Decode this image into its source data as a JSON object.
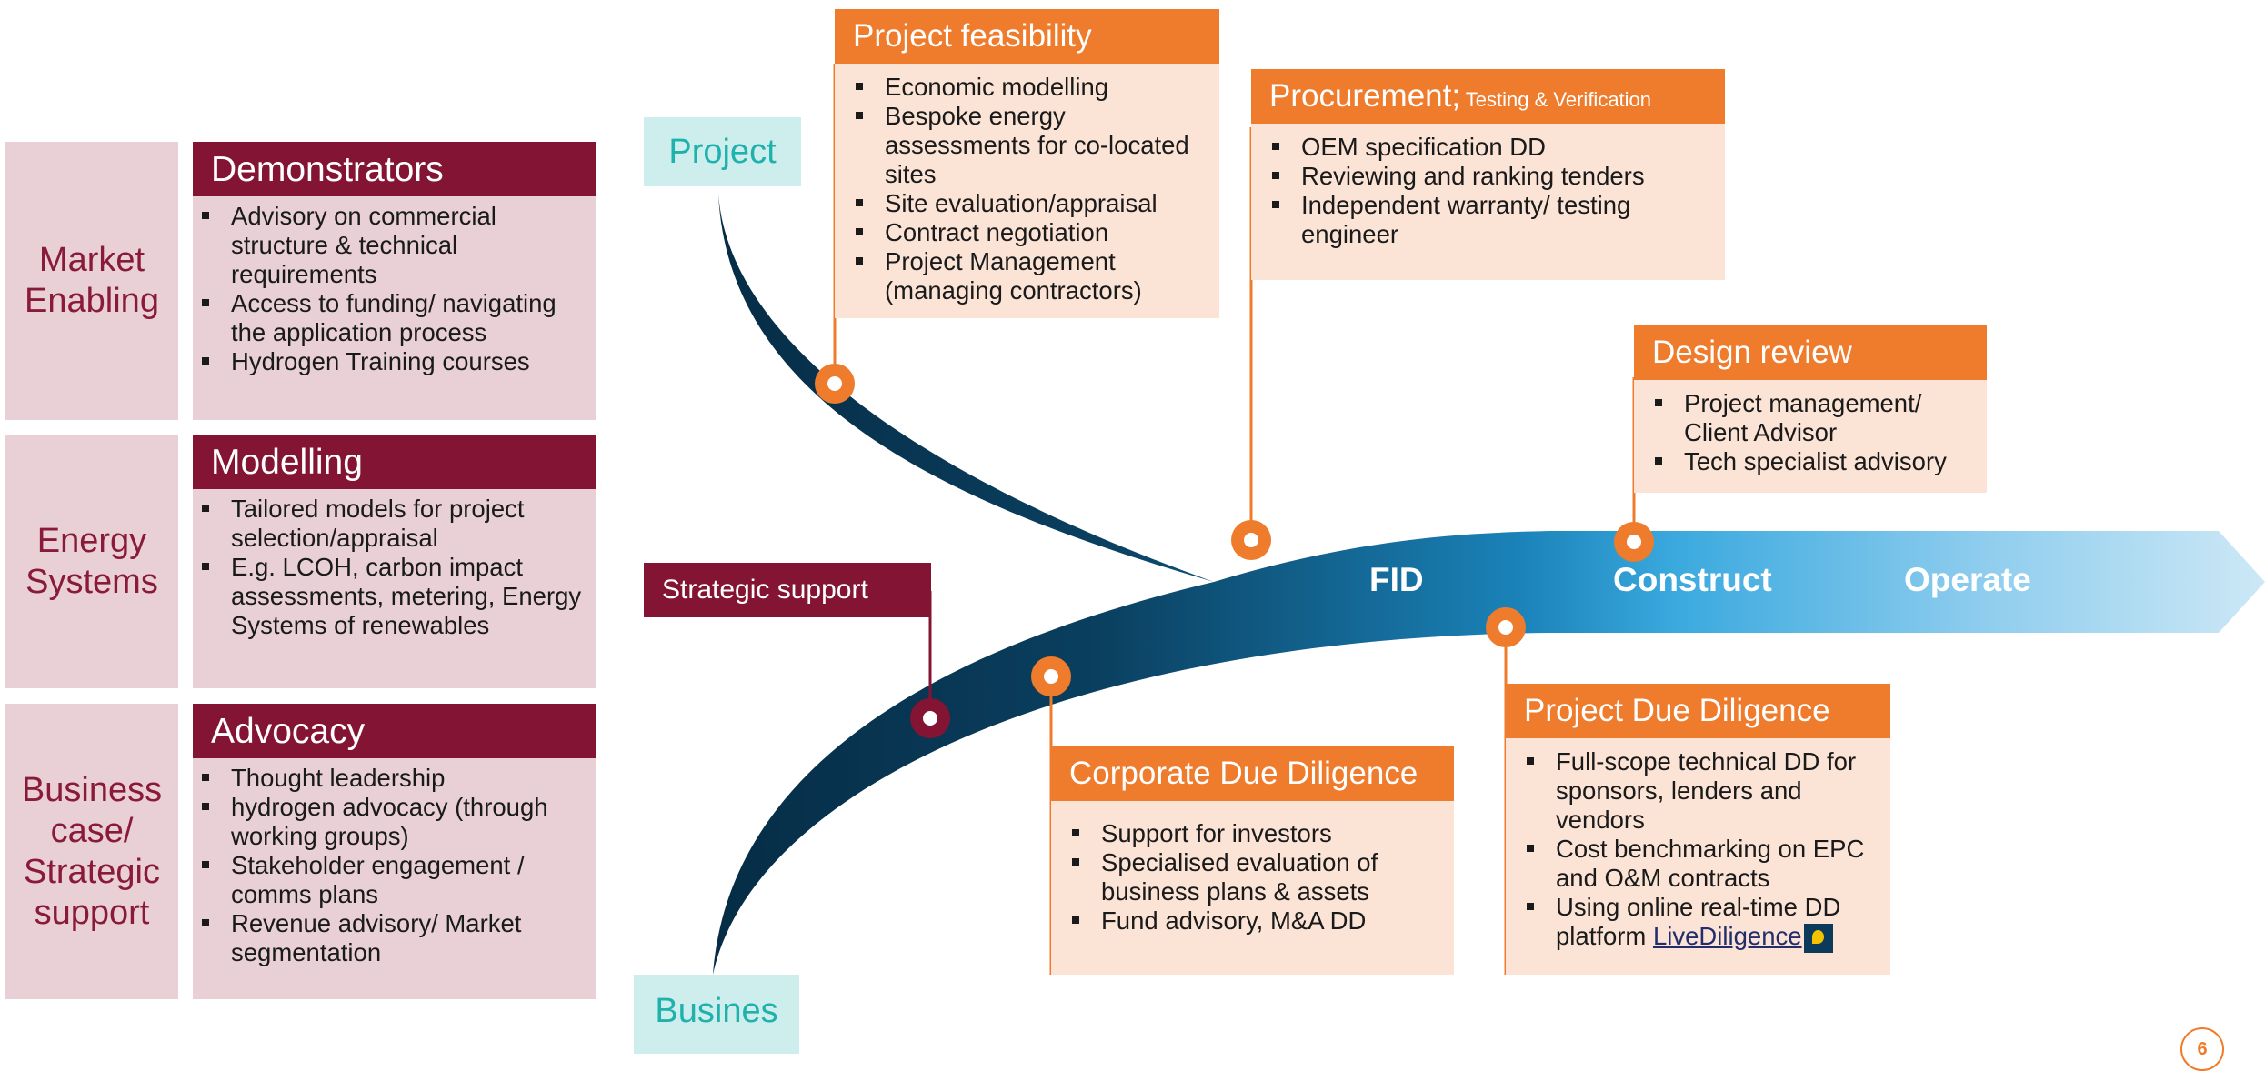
{
  "categories": [
    {
      "label": "Market\nEnabling"
    },
    {
      "label": "Energy\nSystems"
    },
    {
      "label": "Business\ncase/\nStrategic\nsupport"
    }
  ],
  "panels": [
    {
      "title": "Demonstrators",
      "items": [
        "Advisory on commercial structure & technical requirements",
        "Access to funding/ navigating the application process",
        "Hydrogen Training courses"
      ]
    },
    {
      "title": "Modelling",
      "items": [
        "Tailored models for project selection/appraisal",
        "E.g. LCOH, carbon impact assessments, metering, Energy Systems of renewables"
      ]
    },
    {
      "title": "Advocacy",
      "items": [
        "Thought leadership",
        "hydrogen advocacy (through working groups)",
        "Stakeholder engagement / comms plans",
        "Revenue advisory/ Market segmentation"
      ]
    }
  ],
  "labels": {
    "project": "Project",
    "business": "Busines\ns",
    "strategic_support": "Strategic support"
  },
  "arrow": {
    "fid": "FID",
    "construct": "Construct",
    "operate": "Operate"
  },
  "boxes": {
    "project_feasibility": {
      "title": "Project feasibility",
      "items": [
        "Economic modelling",
        "Bespoke energy assessments for co-located sites",
        "Site evaluation/appraisal",
        "Contract negotiation",
        "Project Management (managing contractors)"
      ]
    },
    "procurement": {
      "title": "Procurement;",
      "subtitle": " Testing & Verification",
      "items": [
        "OEM specification DD",
        "Reviewing and ranking tenders",
        "Independent warranty/ testing engineer"
      ]
    },
    "design_review": {
      "title": "Design review",
      "items": [
        "Project management/ Client Advisor",
        "Tech specialist advisory"
      ]
    },
    "corporate_dd": {
      "title": "Corporate Due Diligence",
      "items": [
        "Support for investors",
        "Specialised evaluation of business plans & assets",
        "Fund advisory, M&A DD"
      ]
    },
    "project_dd": {
      "title": "Project Due Diligence",
      "items": [
        "Full-scope technical DD for sponsors, lenders and vendors",
        "Cost benchmarking on EPC and O&M contracts"
      ],
      "last_item_prefix": "Using online real-time DD platform ",
      "link": "LiveDiligence"
    }
  },
  "page_number": "6",
  "colors": {
    "maroon": "#841433",
    "orange": "#ef7b2c",
    "pink": "#e8d0d6",
    "peach": "#fbe3d6",
    "teal": "#1fb2ad",
    "navy": "#08304a",
    "blue": "#3aa9de"
  }
}
